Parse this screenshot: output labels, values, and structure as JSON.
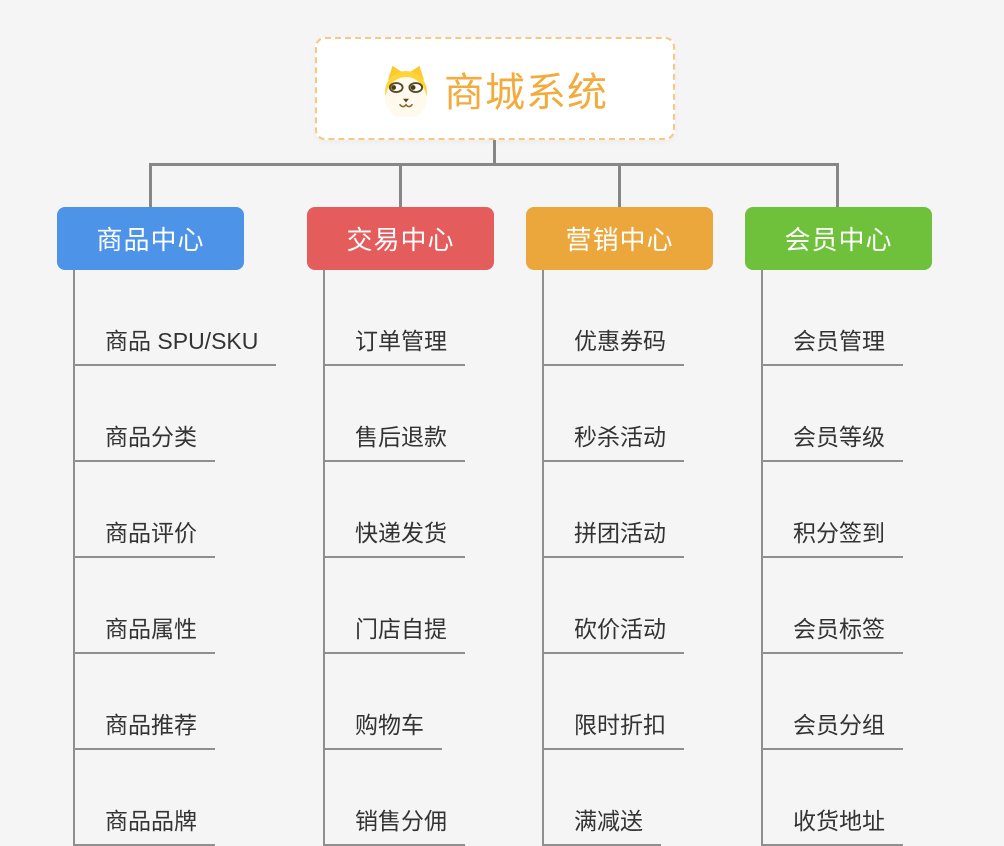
{
  "page": {
    "background_color": "#f5f5f5"
  },
  "root": {
    "title": "商城系统",
    "icon": "dog-face-icon",
    "title_color": "#f2ab3c",
    "border_color": "#f6c882"
  },
  "connectors": {
    "color": "#878787",
    "sub_line_color": "#8f8f8f"
  },
  "branches": [
    {
      "label": "商品中心",
      "color": "#4d93e8",
      "items": [
        "商品 SPU/SKU",
        "商品分类",
        "商品评价",
        "商品属性",
        "商品推荐",
        "商品品牌"
      ]
    },
    {
      "label": "交易中心",
      "color": "#e55c5c",
      "items": [
        "订单管理",
        "售后退款",
        "快递发货",
        "门店自提",
        "购物车",
        "销售分佣"
      ]
    },
    {
      "label": "营销中心",
      "color": "#eba63c",
      "items": [
        "优惠券码",
        "秒杀活动",
        "拼团活动",
        "砍价活动",
        "限时折扣",
        "满减送"
      ]
    },
    {
      "label": "会员中心",
      "color": "#6fc13c",
      "items": [
        "会员管理",
        "会员等级",
        "积分签到",
        "会员标签",
        "会员分组",
        "收货地址"
      ]
    }
  ]
}
